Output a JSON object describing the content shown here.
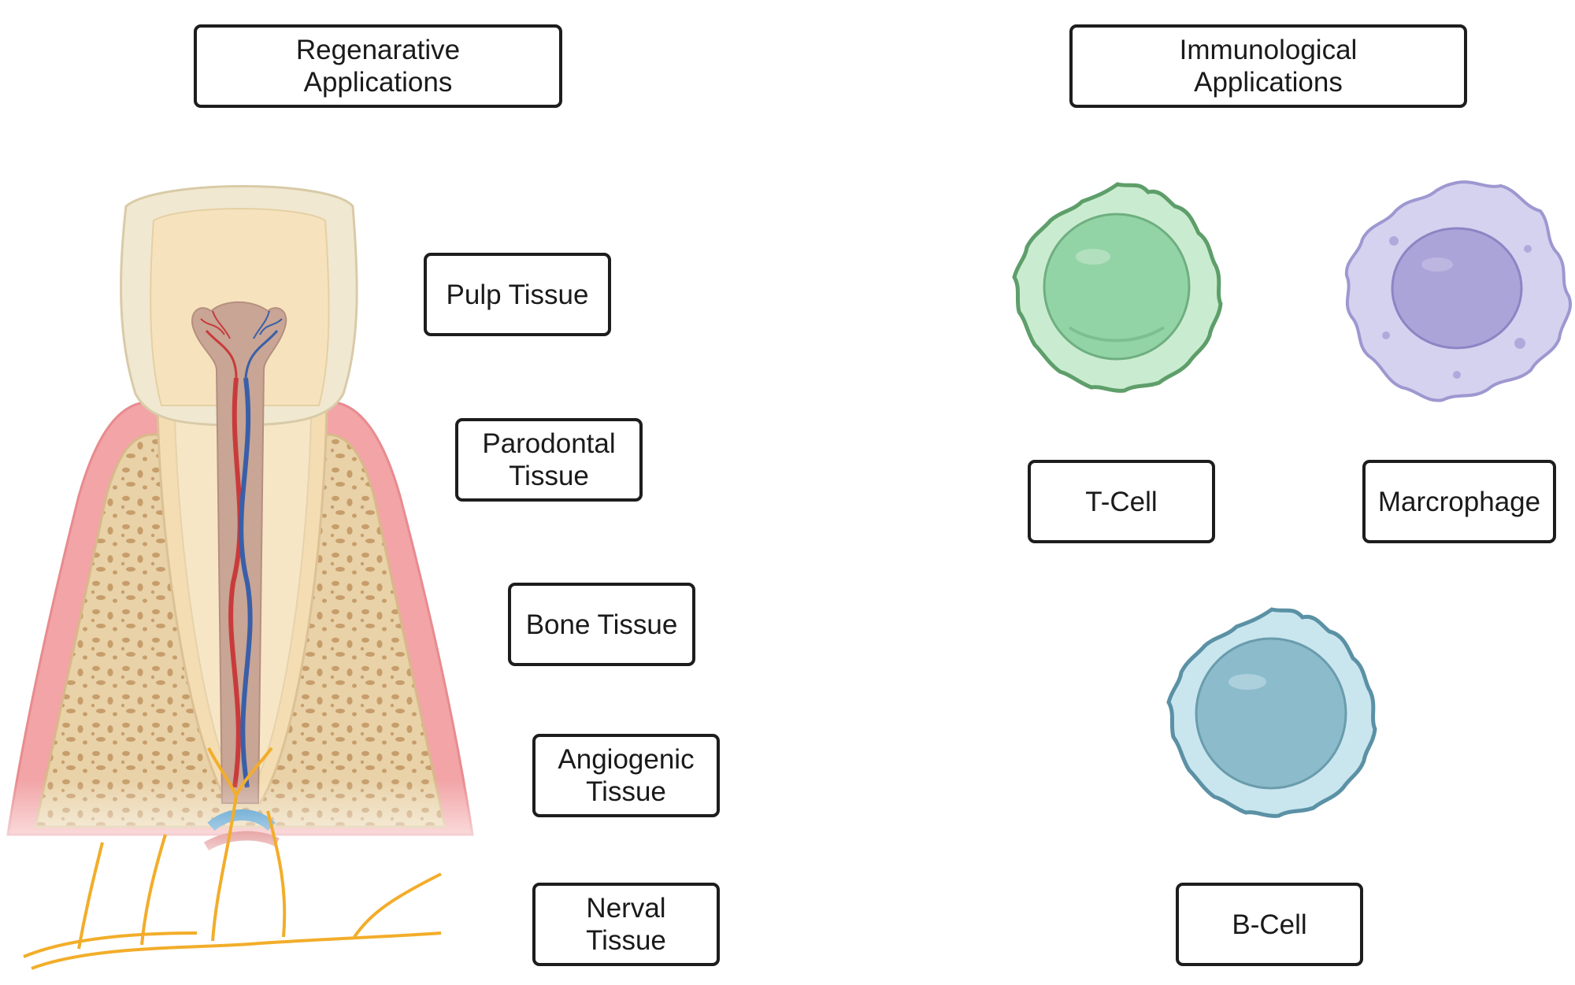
{
  "sections": {
    "regenerative": {
      "line1": "Regenarative",
      "line2": "Applications"
    },
    "immunological": {
      "line1": "Immunological",
      "line2": "Applications"
    }
  },
  "tissues": {
    "pulp": {
      "line1": "Pulp Tissue"
    },
    "parodontal": {
      "line1": "Parodontal",
      "line2": "Tissue"
    },
    "bone": {
      "line1": "Bone Tissue"
    },
    "angiogenic": {
      "line1": "Angiogenic",
      "line2": "Tissue"
    },
    "nerval": {
      "line1": "Nerval",
      "line2": "Tissue"
    }
  },
  "cells": {
    "tcell": {
      "label": "T-Cell"
    },
    "macrophage": {
      "label": "Marcrophage"
    },
    "bcell": {
      "label": "B-Cell"
    }
  }
}
